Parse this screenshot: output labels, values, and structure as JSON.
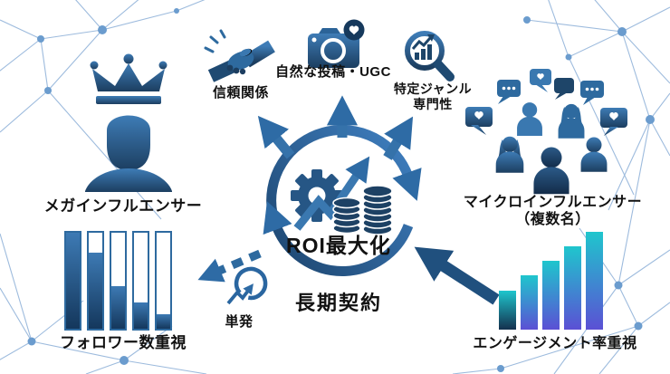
{
  "labels": {
    "trust": "信頼関係",
    "ugc": "自然な投稿・UGC",
    "genre_line1": "特定ジャンル",
    "genre_line2": "専門性",
    "mega": "メガインフルエンサー",
    "micro_line1": "マイクロインフルエンサー",
    "micro_line2": "（複数名）",
    "roi": "ROI最大化",
    "long_term": "長期契約",
    "one_shot": "単発",
    "follower": "フォロワー数重視",
    "engagement": "エンゲージメント率重視"
  },
  "icons": {
    "handshake": "handshake-icon",
    "camera_heart": "camera-heart-icon",
    "magnifier_chart": "magnifier-chart-icon",
    "crown_person": "crown-influencer-icon",
    "people_group": "people-group-icon",
    "cycle_ring": "cycle-arrows-icon",
    "gear_growth_coins": "gear-growth-coins-icon",
    "one_shot_cycle": "one-shot-arrow-icon"
  },
  "colors": {
    "steel_blue": "#2e6a9f",
    "dark_navy": "#1c3e60",
    "light_steel": "#3e7cb6",
    "text": "#111111",
    "network_line": "#93b4da",
    "network_dot": "#6b9cce",
    "bar_purple": "#5b50d4",
    "bar_cyan": "#1fc6cd"
  },
  "chart_data": [
    {
      "type": "bar",
      "name": "フォロワー数重視",
      "note": "outlined bars, fill level decreasing left to right (relative %)",
      "values": [
        100,
        79,
        44,
        27,
        15
      ]
    },
    {
      "type": "bar",
      "name": "エンゲージメント率重視",
      "note": "solid gradient bars rising left to right (relative % height)",
      "values": [
        40,
        56,
        70,
        85,
        100
      ]
    }
  ]
}
